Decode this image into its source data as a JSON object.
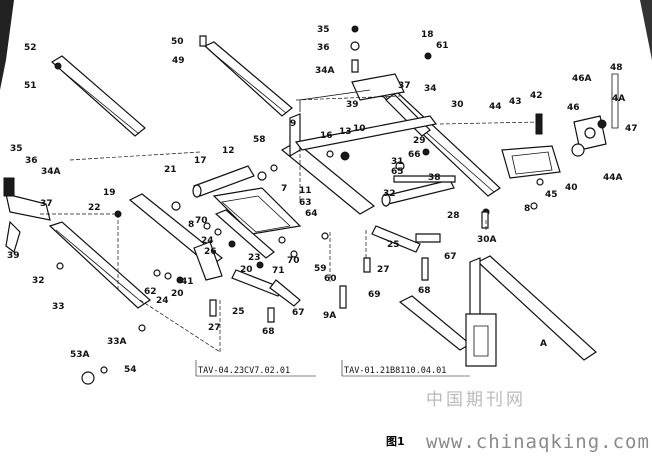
{
  "callouts": [
    {
      "id": "c50",
      "text": "50"
    },
    {
      "id": "c49",
      "text": "49"
    },
    {
      "id": "c35",
      "text": "35"
    },
    {
      "id": "c36",
      "text": "36"
    },
    {
      "id": "c34A_top",
      "text": "34A"
    },
    {
      "id": "c18",
      "text": "18"
    },
    {
      "id": "c61",
      "text": "61"
    },
    {
      "id": "c37_top",
      "text": "37"
    },
    {
      "id": "c34",
      "text": "34"
    },
    {
      "id": "c39_top",
      "text": "39"
    },
    {
      "id": "c30",
      "text": "30"
    },
    {
      "id": "c44",
      "text": "44"
    },
    {
      "id": "c43",
      "text": "43"
    },
    {
      "id": "c42",
      "text": "42"
    },
    {
      "id": "c46A",
      "text": "46A"
    },
    {
      "id": "c48",
      "text": "48"
    },
    {
      "id": "c46",
      "text": "46"
    },
    {
      "id": "c4A",
      "text": "4A"
    },
    {
      "id": "c47",
      "text": "47"
    },
    {
      "id": "c52",
      "text": "52"
    },
    {
      "id": "c51",
      "text": "51"
    },
    {
      "id": "c9",
      "text": "9"
    },
    {
      "id": "c58",
      "text": "58"
    },
    {
      "id": "c12",
      "text": "12"
    },
    {
      "id": "c16",
      "text": "16"
    },
    {
      "id": "c13",
      "text": "13"
    },
    {
      "id": "c10",
      "text": "10"
    },
    {
      "id": "c29",
      "text": "29"
    },
    {
      "id": "c66",
      "text": "66"
    },
    {
      "id": "c31",
      "text": "31"
    },
    {
      "id": "c65",
      "text": "65"
    },
    {
      "id": "c40",
      "text": "40"
    },
    {
      "id": "c44A",
      "text": "44A"
    },
    {
      "id": "c45",
      "text": "45"
    },
    {
      "id": "c38",
      "text": "38"
    },
    {
      "id": "c32_mid",
      "text": "32"
    },
    {
      "id": "c8_right",
      "text": "8"
    },
    {
      "id": "c28",
      "text": "28"
    },
    {
      "id": "c35_left",
      "text": "35"
    },
    {
      "id": "c36_left",
      "text": "36"
    },
    {
      "id": "c34A_left",
      "text": "34A"
    },
    {
      "id": "c37_left",
      "text": "37"
    },
    {
      "id": "c39_left",
      "text": "39"
    },
    {
      "id": "c21",
      "text": "21"
    },
    {
      "id": "c17",
      "text": "17"
    },
    {
      "id": "c19",
      "text": "19"
    },
    {
      "id": "c22",
      "text": "22"
    },
    {
      "id": "c7",
      "text": "7"
    },
    {
      "id": "c11",
      "text": "11"
    },
    {
      "id": "c63",
      "text": "63"
    },
    {
      "id": "c64",
      "text": "64"
    },
    {
      "id": "c8_mid",
      "text": "8"
    },
    {
      "id": "c70_a",
      "text": "70"
    },
    {
      "id": "c24_a",
      "text": "24"
    },
    {
      "id": "c26",
      "text": "26"
    },
    {
      "id": "c23",
      "text": "23"
    },
    {
      "id": "c20",
      "text": "20"
    },
    {
      "id": "c70_b",
      "text": "70"
    },
    {
      "id": "c71",
      "text": "71"
    },
    {
      "id": "c59",
      "text": "59"
    },
    {
      "id": "c60",
      "text": "60"
    },
    {
      "id": "c25_mid",
      "text": "25"
    },
    {
      "id": "c30A",
      "text": "30A"
    },
    {
      "id": "c67_right",
      "text": "67"
    },
    {
      "id": "c27_right",
      "text": "27"
    },
    {
      "id": "c69",
      "text": "69"
    },
    {
      "id": "c68_right",
      "text": "68"
    },
    {
      "id": "c32_left",
      "text": "32"
    },
    {
      "id": "c33",
      "text": "33"
    },
    {
      "id": "c62",
      "text": "62"
    },
    {
      "id": "c24_b",
      "text": "24"
    },
    {
      "id": "c20_b",
      "text": "20"
    },
    {
      "id": "c41",
      "text": "41"
    },
    {
      "id": "c25_low",
      "text": "25"
    },
    {
      "id": "c67_low",
      "text": "67"
    },
    {
      "id": "c9A",
      "text": "9A"
    },
    {
      "id": "c27_low",
      "text": "27"
    },
    {
      "id": "c68_low",
      "text": "68"
    },
    {
      "id": "c33A",
      "text": "33A"
    },
    {
      "id": "c53A",
      "text": "53A"
    },
    {
      "id": "c54",
      "text": "54"
    },
    {
      "id": "cA",
      "text": "A"
    }
  ],
  "drawing_refs": {
    "left": "TAV-04.23CV7.02.01",
    "right": "TAV-01.21B8110.04.01"
  },
  "caption": "图1",
  "watermark": {
    "cn": "中国期刊网",
    "url": "www.chinaqking.com"
  }
}
